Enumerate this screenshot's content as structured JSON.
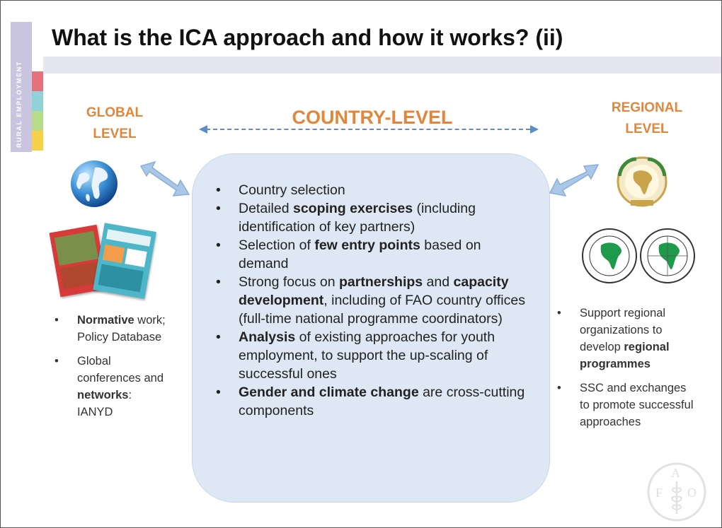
{
  "side_tab": {
    "label": "RURAL EMPLOYMENT",
    "stripe_colors": [
      "#e8707a",
      "#8fd3d8",
      "#b6dc8a",
      "#f7d148"
    ]
  },
  "title": "What is the ICA approach and how it works? (ii)",
  "levels": {
    "global_line1": "GLOBAL",
    "global_line2": "LEVEL",
    "country": "COUNTRY-LEVEL",
    "regional_line1": "REGIONAL",
    "regional_line2": "LEVEL"
  },
  "center_bullets": [
    {
      "parts": [
        "Country selection"
      ]
    },
    {
      "parts": [
        "Detailed ",
        "scoping exercises",
        " (including identification of key partners)"
      ]
    },
    {
      "parts": [
        "Selection of ",
        "few entry points",
        " based on demand"
      ]
    },
    {
      "parts": [
        "Strong focus on ",
        "partnerships",
        " and ",
        "capacity development",
        ", including of FAO country offices (full-time national programme coordinators)"
      ]
    },
    {
      "parts": [
        "",
        "Analysis",
        " of existing approaches for youth employment, to support the up-scaling of successful ones"
      ]
    },
    {
      "parts": [
        "",
        "Gender and climate change",
        " are cross-cutting components"
      ]
    }
  ],
  "global_bullets": [
    {
      "parts": [
        "",
        "Normative",
        " work; Policy Database"
      ]
    },
    {
      "parts": [
        "Global conferences and ",
        "networks",
        ": IANYD"
      ]
    }
  ],
  "regional_bullets": [
    {
      "parts": [
        "Support regional organizations to develop ",
        "regional programmes",
        ""
      ]
    },
    {
      "parts": [
        "SSC and exchanges to promote successful approaches"
      ]
    }
  ],
  "colors": {
    "accent_orange": "#e0873b",
    "box_blue": "#dde8f4",
    "arrow_blue": "#5b8ec9",
    "title_band": "#e6e6f2"
  },
  "icons": [
    "globe-icon",
    "double-arrow-icon",
    "au-emblem-icon",
    "afdb-logo-icon",
    "fao-logo-icon",
    "publications-image"
  ]
}
